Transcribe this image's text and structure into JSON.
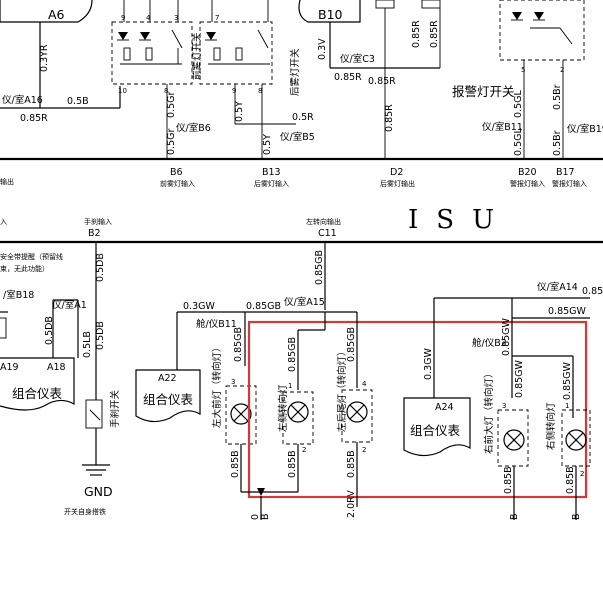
{
  "top": {
    "label_a6": "A6",
    "label_b10": "B10",
    "pin_9": "9",
    "pin_4a": "4",
    "pin_3a": "3",
    "pin_7": "7",
    "pin_10": "10",
    "pin_8a": "8",
    "pin_9b": "9",
    "pin_8b": "8",
    "pin_5": "5",
    "pin_2": "2",
    "wire_03yr": "0.3YR",
    "wire_085r_a16": "0.85R",
    "wire_05b": "0.5B",
    "conn_a16": "仪/室A16",
    "switch_front_fog": "前雾灯开关",
    "switch_rear_fog": "后雾灯开关",
    "wire_05gr_a": "0.5Gr",
    "wire_05gr_b": "0.5Gr",
    "conn_b6": "仪/室B6",
    "wire_05y_a": "0.5Y",
    "wire_05y_b": "0.5Y",
    "wire_05r_b5": "0.5R",
    "conn_b5": "仪/室B5",
    "wire_03v": "0.3V",
    "conn_c3": "仪/室C3",
    "wire_085r_c3": "0.85R",
    "wire_085r_c3b": "0.85R",
    "wire_085r_top1": "0.85R",
    "wire_085r_top2": "0.85R",
    "wire_085r_mid": "0.85R",
    "switch_hazard": "报警灯开关",
    "wire_05gl_a": "0.5GL",
    "wire_05gl_b": "0.5GL",
    "wire_05br_a": "0.5Br",
    "wire_05br_b": "0.5Br",
    "conn_b11": "仪/室B11",
    "conn_b19": "仪/室B19"
  },
  "isu_bar": {
    "left_label": "输出",
    "b6_code": "B6",
    "b6_desc": "前雾灯输入",
    "b13_code": "B13",
    "b13_desc": "后雾灯输入",
    "d2_code": "D2",
    "d2_desc": "后雾灯输出",
    "b20_code": "B20",
    "b20_desc": "警报灯输入",
    "b17_code": "B17",
    "b17_desc": "警报灯输入",
    "isu_title": "ISU",
    "left_input": "入",
    "handbrake_input": "手刹输入",
    "b2_code": "B2",
    "left_turn_out": "左转向输出",
    "c11_code": "C11"
  },
  "bottom": {
    "seatbelt_note1": "安全带提醒（预留线",
    "seatbelt_note2": "束，无此功能）",
    "conn_b18": "/室B18",
    "conn_a1": "仪/室A1",
    "wire_05db_a": "0.5DB",
    "wire_05db_b": "0.5DB",
    "wire_05db_c": "0.5DB",
    "wire_05lb": "0.5LB",
    "pin_a19": "A19",
    "pin_a18": "A18",
    "cluster_left": "组合仪表",
    "handbrake_switch": "手刹开关",
    "gnd": "GND",
    "switch_self_ground": "开关自身搭铁",
    "wire_03gw_a": "0.3GW",
    "wire_085gb_top": "0.85GB",
    "conn_a15": "仪/室A15",
    "conn_b11b": "舱/仪B11",
    "wire_085gb_v": "0.85GB",
    "pin_a22": "A22",
    "cluster_mid": "组合仪表",
    "lamp_left_front": "左大前灯（转向灯）",
    "lamp_left_side": "左侧转向灯",
    "lamp_left_rear": "左后尾灯（转向灯）",
    "wire_085gb_l1": "0.85GB",
    "wire_085gb_l2": "0.85GB",
    "wire_085gb_l3": "0.85GB",
    "pin_3b": "3",
    "pin_1": "1",
    "pin_4b": "4",
    "pin_2a": "2",
    "pin_2b": "2",
    "wire_085b_1": "0.85B",
    "wire_085b_2": "0.85B",
    "wire_085b_3": "0.85B",
    "wire_085b_4": "0.85B",
    "wire_085b_5": "0.85B",
    "wire_20rv": "2.0RV",
    "wire_03gw_b": "0.3GW",
    "conn_a14": "仪/室A14",
    "wire_085gw_top": "0.85GW",
    "wire_085_cut": "0.85",
    "conn_b2": "舱/仪B2",
    "wire_085gw_a": "0.85GW",
    "wire_085gw_b": "0.85GW",
    "wire_085gw_c": "0.85GW",
    "pin_a24": "A24",
    "cluster_right": "组合仪表",
    "lamp_right_front": "右前大灯（转向灯）",
    "lamp_right_side": "右侧转向灯",
    "pin_3c": "3",
    "pin_1b": "1",
    "pin_2c": "2",
    "edge_0": "0",
    "edge_b": "B",
    "edge_b2": "B",
    "edge_b3": "B"
  },
  "colors": {
    "ink": "#000000",
    "highlight": "#d23a3a"
  },
  "icons": {
    "lamp": "lamp-icon",
    "led": "led-icon",
    "ground": "ground-icon",
    "switch": "switch-icon"
  }
}
